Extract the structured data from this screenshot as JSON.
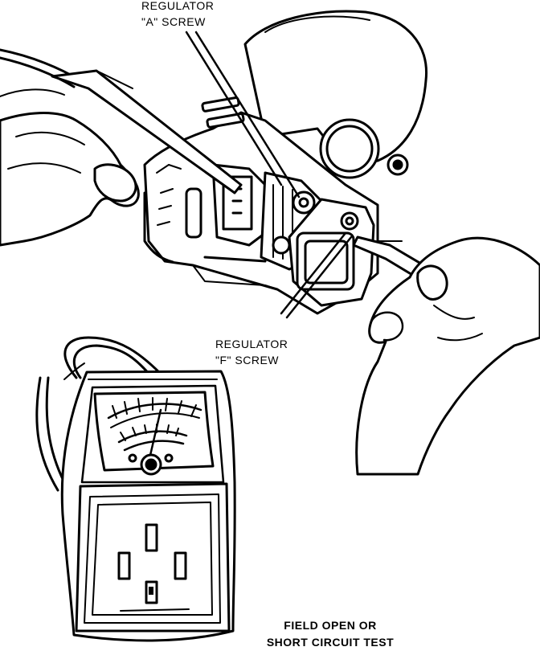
{
  "labels": {
    "regulator_a_line1": "REGULATOR",
    "regulator_a_line2": "\"A\" SCREW",
    "regulator_f_line1": "REGULATOR",
    "regulator_f_line2": "\"F\" SCREW"
  },
  "caption": {
    "line1": "FIELD OPEN OR",
    "line2": "SHORT CIRCUIT TEST"
  },
  "colors": {
    "ink": "#000000",
    "paper": "#ffffff"
  }
}
